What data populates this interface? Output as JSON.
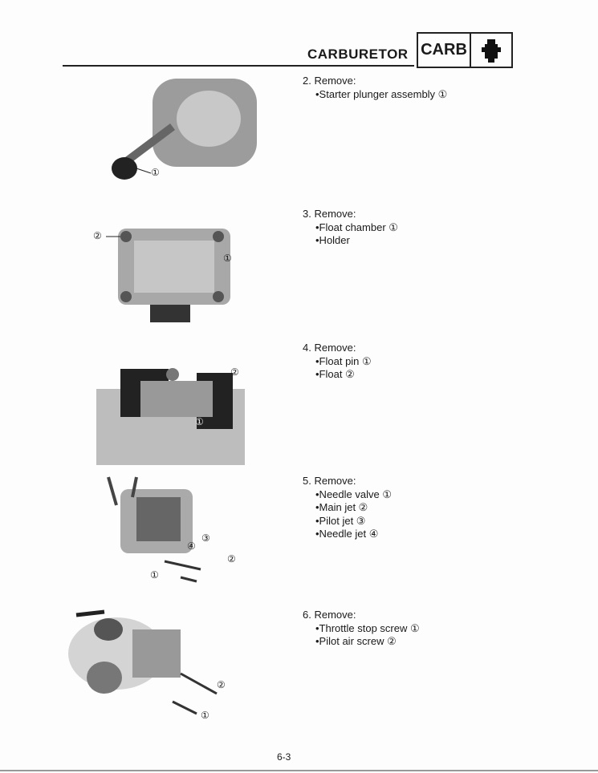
{
  "header": {
    "title": "CARBURETOR",
    "badge": "CARB",
    "badge_icon": "carburetor-icon"
  },
  "steps": [
    {
      "heading": "2. Remove:",
      "items": [
        "•Starter plunger assembly ①"
      ],
      "callouts": [
        "①"
      ]
    },
    {
      "heading": "3. Remove:",
      "items": [
        "•Float chamber ①",
        "•Holder"
      ],
      "callouts": [
        "②",
        "①"
      ]
    },
    {
      "heading": "4. Remove:",
      "items": [
        "•Float pin ①",
        "•Float ②"
      ],
      "callouts": [
        "②",
        "①"
      ]
    },
    {
      "heading": "5. Remove:",
      "items": [
        "•Needle valve ①",
        "•Main jet ②",
        "•Pilot jet ③",
        "•Needle jet ④"
      ],
      "callouts": [
        "③",
        "④",
        "②",
        "①"
      ]
    },
    {
      "heading": "6. Remove:",
      "items": [
        "•Throttle stop screw ①",
        "•Pilot air screw ②"
      ],
      "callouts": [
        "②",
        "①"
      ]
    }
  ],
  "page_number": "6-3"
}
